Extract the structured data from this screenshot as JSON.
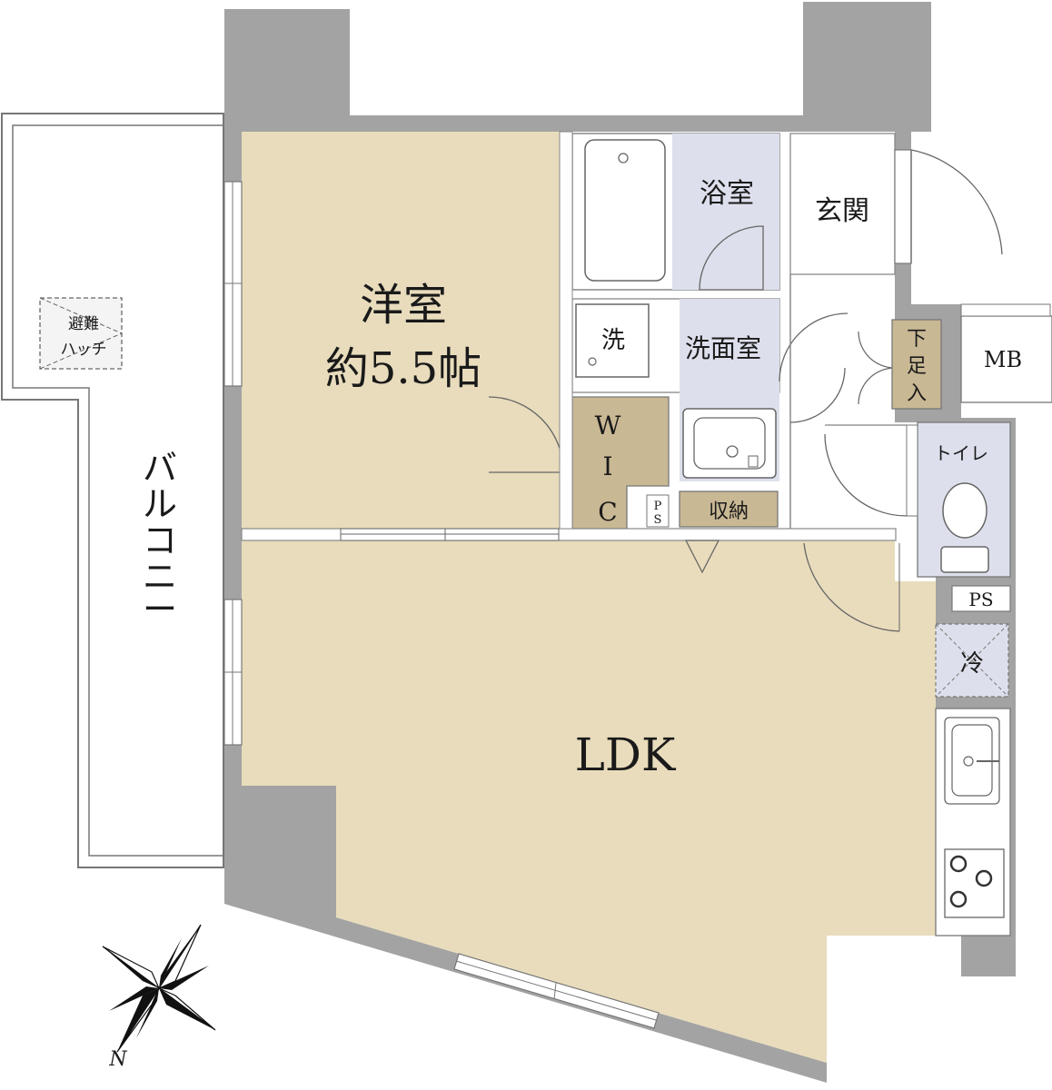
{
  "rooms": {
    "western_room": {
      "name": "洋室",
      "size": "約5.5帖"
    },
    "ldk": "LDK",
    "bathroom": "浴室",
    "entrance": "玄関",
    "washroom": "洗面室",
    "washing_machine": "洗",
    "shoe_storage": [
      "下",
      "足",
      "入"
    ],
    "mb": "MB",
    "toilet": "トイレ",
    "wic": [
      "W",
      "I",
      "C"
    ],
    "ps_small": [
      "P",
      "S"
    ],
    "storage": "収納",
    "ps": "PS",
    "fridge": "冷",
    "balcony": [
      "バ",
      "ル",
      "コ",
      "ニ",
      "ー"
    ],
    "evacuation_hatch": [
      "避難",
      "ハッチ"
    ]
  },
  "compass": {
    "north_label": "N"
  },
  "colors": {
    "room_beige": "#e8dcbc",
    "wic_tan": "#c9b894",
    "wet_area_blue": "#dde0ec",
    "wall_gray": "#a3a3a3",
    "outline": "#555555"
  }
}
